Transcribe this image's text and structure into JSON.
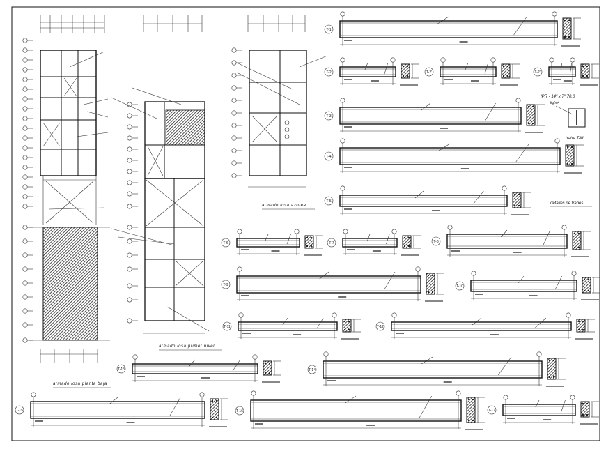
{
  "drawing": {
    "titles": {
      "planta_baja": "armado losa planta baja",
      "primer_nivel": "armado losa primer nivel",
      "azotea": "armado losa azotea",
      "detalles": "detalles de trabes"
    },
    "ipr_note": {
      "line1": "IPR - 14\" x 7\" 70.0",
      "line2": "kg/m²",
      "caption": "trabe T-M"
    },
    "beams": [
      {
        "id": "T-1"
      },
      {
        "id": "T-2"
      },
      {
        "id": "T-2'"
      },
      {
        "id": "T-2''"
      },
      {
        "id": "T-3"
      },
      {
        "id": "T-4"
      },
      {
        "id": "T-5"
      },
      {
        "id": "T-6"
      },
      {
        "id": "T-7"
      },
      {
        "id": "T-8"
      },
      {
        "id": "T-9"
      },
      {
        "id": "T-10"
      },
      {
        "id": "T-11"
      },
      {
        "id": "T-12"
      },
      {
        "id": "T-13"
      },
      {
        "id": "T-14"
      },
      {
        "id": "T-15"
      },
      {
        "id": "T-16"
      },
      {
        "id": "T-17"
      }
    ]
  },
  "colors": {
    "ink": "#111111",
    "paper": "#ffffff",
    "hatch": "#222222"
  }
}
